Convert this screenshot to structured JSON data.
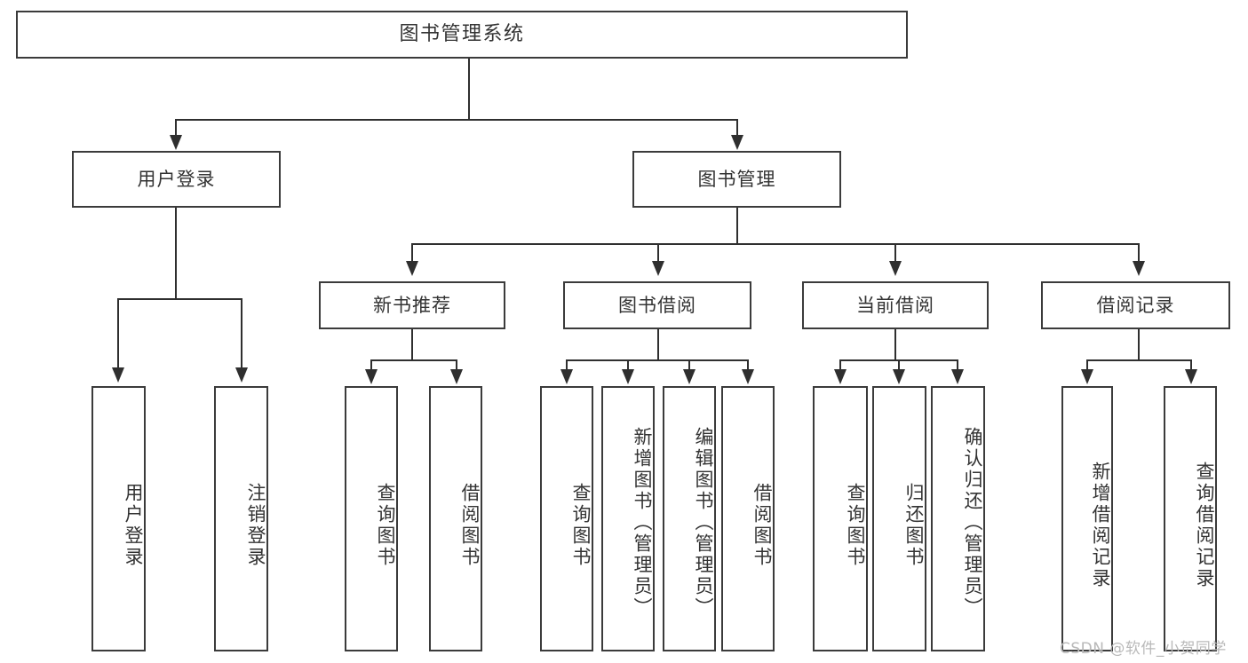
{
  "diagram": {
    "title": "图书管理系统",
    "type": "功能结构图",
    "root": {
      "label": "图书管理系统"
    },
    "level2": [
      {
        "label": "用户登录"
      },
      {
        "label": "图书管理"
      }
    ],
    "level3": [
      {
        "label": "新书推荐"
      },
      {
        "label": "图书借阅"
      },
      {
        "label": "当前借阅"
      },
      {
        "label": "借阅记录"
      }
    ],
    "leaves": {
      "user_login": [
        {
          "label": "用户登录"
        },
        {
          "label": "注销登录"
        }
      ],
      "new_book_recommend": [
        {
          "label": "查询图书"
        },
        {
          "label": "借阅图书"
        }
      ],
      "book_borrow": [
        {
          "label": "查询图书"
        },
        {
          "label": "新增图书（管理员）"
        },
        {
          "label": "编辑图书（管理员）"
        },
        {
          "label": "借阅图书"
        }
      ],
      "current_borrow": [
        {
          "label": "查询图书"
        },
        {
          "label": "归还图书"
        },
        {
          "label": "确认归还（管理员）"
        }
      ],
      "borrow_record": [
        {
          "label": "新增借阅记录"
        },
        {
          "label": "查询借阅记录"
        }
      ]
    }
  },
  "watermark": {
    "text": "CSDN @软件_小贺同学"
  },
  "colors": {
    "box_border": "#3b3b3b",
    "connector": "#2f2f2f",
    "text": "#333333",
    "background": "#ffffff",
    "watermark": "#b9b9b9"
  }
}
